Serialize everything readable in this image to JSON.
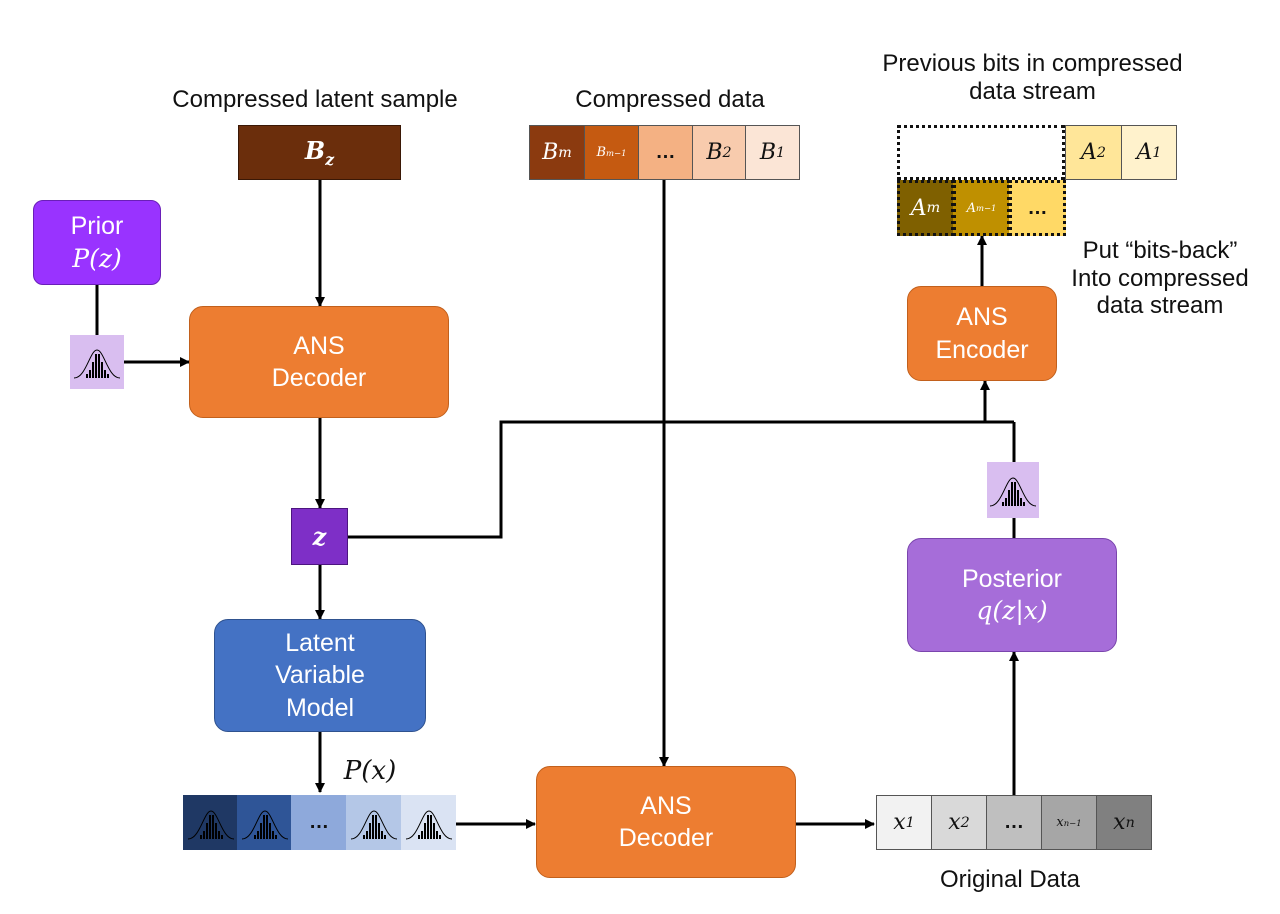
{
  "labels": {
    "compressed_latent_sample": "Compressed latent sample",
    "compressed_data": "Compressed data",
    "previous_bits_line1": "Previous bits in compressed",
    "previous_bits_line2": "data stream",
    "put_bits_back_line1": "Put “bits-back”",
    "put_bits_back_line2": "Into compressed",
    "put_bits_back_line3": "data stream",
    "original_data": "Original Data",
    "p_x": "P(x)"
  },
  "blocks": {
    "bz": {
      "base": "B",
      "sub": "z"
    },
    "prior": {
      "title": "Prior",
      "formula": "P(z)"
    },
    "ans_decoder_top": {
      "line1": "ANS",
      "line2": "Decoder"
    },
    "z_node": "z",
    "latent_model": {
      "line1": "Latent",
      "line2": "Variable",
      "line3": "Model"
    },
    "ans_decoder_bottom": {
      "line1": "ANS",
      "line2": "Decoder"
    },
    "ans_encoder": {
      "line1": "ANS",
      "line2": "Encoder"
    },
    "posterior": {
      "title": "Posterior",
      "formula": "q(z|x)"
    }
  },
  "compressed_data_cells": [
    {
      "base": "B",
      "sub": "m"
    },
    {
      "base": "B",
      "sub": "m−1"
    },
    {
      "base": "…",
      "sub": ""
    },
    {
      "base": "B",
      "sub": "2"
    },
    {
      "base": "B",
      "sub": "1"
    }
  ],
  "previous_bits_cells": [
    {
      "base": "A",
      "sub": "2"
    },
    {
      "base": "A",
      "sub": "1"
    }
  ],
  "bits_back_cells": [
    {
      "base": "A",
      "sub": "m"
    },
    {
      "base": "A",
      "sub": "m−1"
    },
    {
      "base": "…",
      "sub": ""
    }
  ],
  "distribution_cells": [
    {
      "icon": "distribution-icon",
      "text": ""
    },
    {
      "icon": "distribution-icon",
      "text": ""
    },
    {
      "icon": "",
      "text": "…"
    },
    {
      "icon": "distribution-icon",
      "text": ""
    },
    {
      "icon": "distribution-icon",
      "text": ""
    }
  ],
  "original_data_cells": [
    {
      "base": "x",
      "sub": "1"
    },
    {
      "base": "x",
      "sub": "2"
    },
    {
      "base": "…",
      "sub": ""
    },
    {
      "base": "x",
      "sub": "n−1"
    },
    {
      "base": "x",
      "sub": "n"
    }
  ],
  "colors": {
    "orange": "#ED7D31",
    "prior_purple": "#9933FF",
    "posterior_purple": "#A66DD9",
    "z_purple": "#7E2FC7",
    "blue": "#4472C4",
    "bz_brown": "#6B2E0C",
    "dist_bg": "#D9BEF0"
  }
}
